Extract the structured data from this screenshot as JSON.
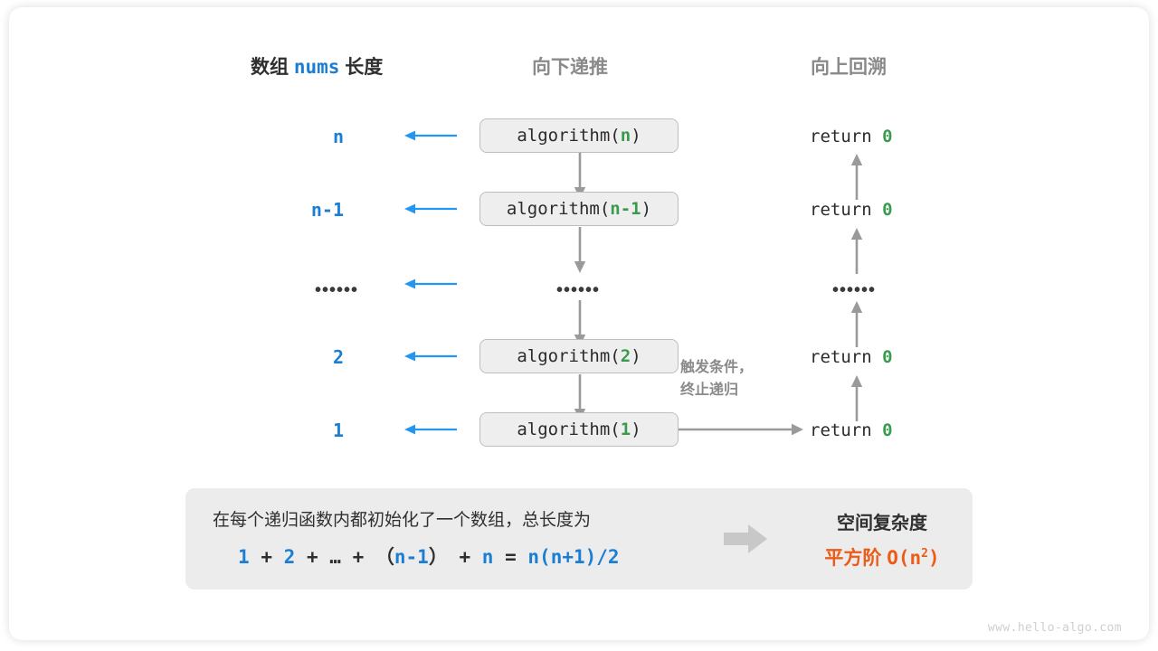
{
  "headers": {
    "left_prefix": "数组",
    "left_code": "nums",
    "left_suffix": "长度",
    "middle": "向下递推",
    "right": "向上回溯"
  },
  "colors": {
    "blue": "#1a7fd4",
    "green": "#3a9b4e",
    "gray": "#8a8a8a",
    "orange": "#ec5b17",
    "box_fill": "#eeeeee",
    "panel_fill": "#ececec"
  },
  "rows": [
    {
      "length": "n",
      "call_prefix": "algorithm(",
      "call_arg": "n",
      "call_suffix": ")",
      "return_label": "return",
      "return_value": "0"
    },
    {
      "length": "n-1",
      "call_prefix": "algorithm(",
      "call_arg": "n-1",
      "call_suffix": ")",
      "return_label": "return",
      "return_value": "0"
    },
    {
      "length": "••••••",
      "call_prefix": "",
      "call_arg": "••••••",
      "call_suffix": "",
      "return_label": "••••••",
      "return_value": ""
    },
    {
      "length": "2",
      "call_prefix": "algorithm(",
      "call_arg": "2",
      "call_suffix": ")",
      "return_label": "return",
      "return_value": "0"
    },
    {
      "length": "1",
      "call_prefix": "algorithm(",
      "call_arg": "1",
      "call_suffix": ")",
      "return_label": "return",
      "return_value": "0"
    }
  ],
  "annotation": {
    "line1": "触发条件，",
    "line2": "终止递归"
  },
  "summary": {
    "description": "在每个递归函数内都初始化了一个数组，总长度为",
    "formula": {
      "t1": "1",
      "op1": "+",
      "t2": "2",
      "op2": "+",
      "t3": "…",
      "op3": "+",
      "paren_open": "（",
      "t4": "n-1",
      "paren_close": "）",
      "op4": "+",
      "t5": "n",
      "eq": "=",
      "result": "n(n+1)/2"
    },
    "complexity_title": "空间复杂度",
    "complexity_order": "平方阶",
    "complexity_big_o_prefix": "O(n",
    "complexity_big_o_exp": "2",
    "complexity_big_o_suffix": ")"
  },
  "watermark": "www.hello-algo.com"
}
